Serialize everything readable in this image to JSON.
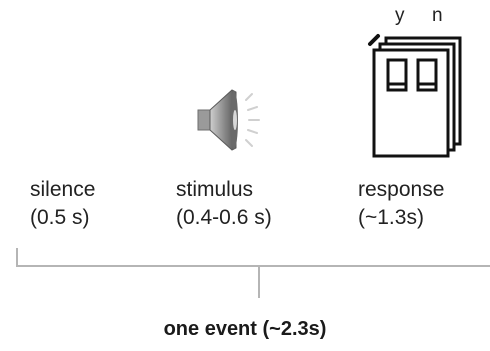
{
  "stages": [
    {
      "name": "silence",
      "duration": "(0.5 s)"
    },
    {
      "name": "stimulus",
      "duration": "(0.4-0.6 s)"
    },
    {
      "name": "response",
      "duration": "(~1.3s)"
    }
  ],
  "response_keys": {
    "yes": "y",
    "no": "n"
  },
  "footer": {
    "label": "one event (~2.3s)"
  },
  "icons": {
    "stimulus": "speaker-icon",
    "response": "response-box-icon"
  },
  "colors": {
    "text": "#222222",
    "line": "#b5b5b5",
    "speaker_dark": "#555555",
    "speaker_light": "#cfcfcf"
  }
}
